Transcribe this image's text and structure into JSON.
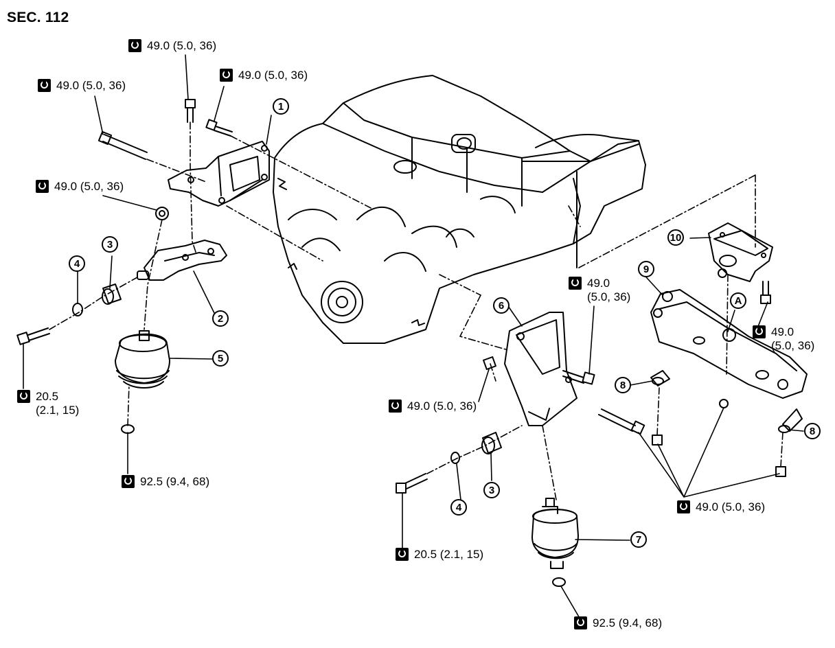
{
  "section": "SEC. 112",
  "torque_specs": [
    {
      "id": "t1",
      "text": "49.0 (5.0, 36)"
    },
    {
      "id": "t2",
      "text": "49.0 (5.0, 36)"
    },
    {
      "id": "t3",
      "text": "49.0 (5.0, 36)"
    },
    {
      "id": "t4",
      "text": "49.0 (5.0, 36)"
    },
    {
      "id": "t5",
      "line1": "49.0",
      "line2": "(5.0, 36)"
    },
    {
      "id": "t6",
      "line1": "49.0",
      "line2": "(5.0, 36)"
    },
    {
      "id": "t7",
      "line1": "20.5",
      "line2": "(2.1, 15)"
    },
    {
      "id": "t8",
      "text": "92.5 (9.4, 68)"
    },
    {
      "id": "t9",
      "text": "49.0 (5.0, 36)"
    },
    {
      "id": "t10",
      "text": "20.5 (2.1, 15)"
    },
    {
      "id": "t11",
      "text": "49.0 (5.0, 36)"
    },
    {
      "id": "t12",
      "text": "92.5 (9.4, 68)"
    }
  ],
  "callouts": {
    "c1": "1",
    "c2": "2",
    "c3a": "3",
    "c3b": "3",
    "c4a": "4",
    "c4b": "4",
    "c5": "5",
    "c6": "6",
    "c7": "7",
    "c8a": "8",
    "c8b": "8",
    "c9": "9",
    "c10": "10",
    "cA": "A"
  }
}
